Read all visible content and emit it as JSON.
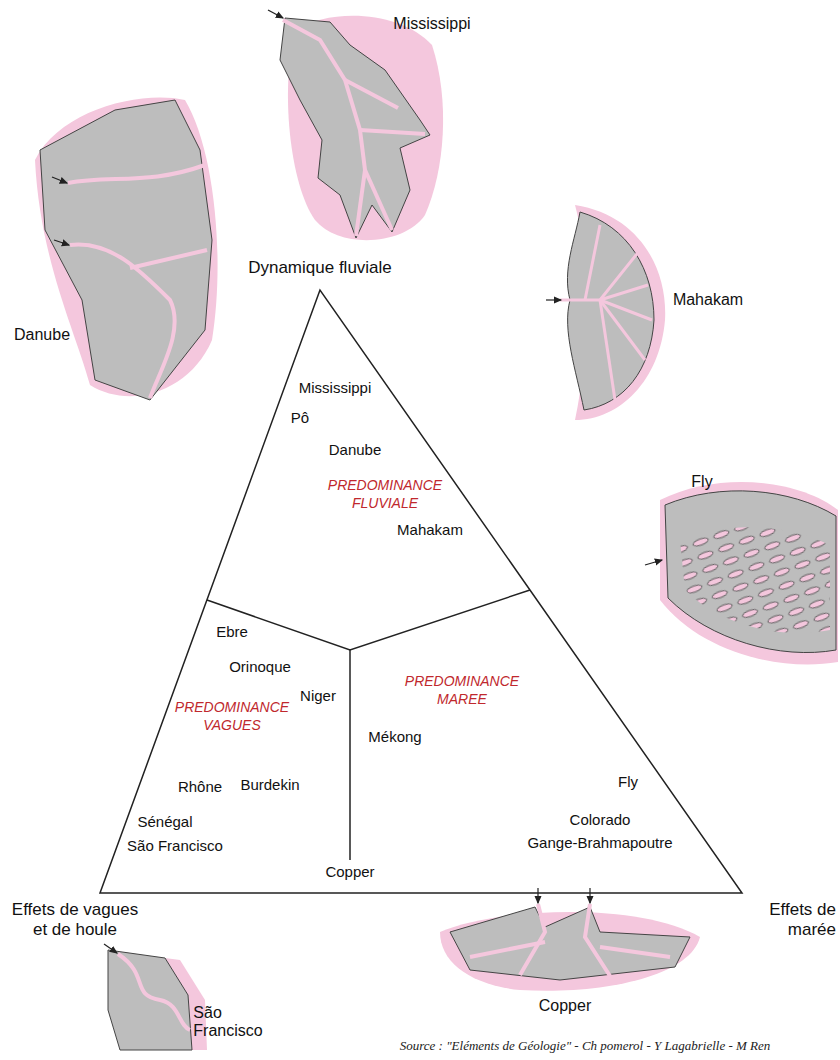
{
  "diagram": {
    "caption": "Source : \"Eléments de Géologie\" - Ch pomerol - Y Lagabrielle - M Ren",
    "nodes": [
      {
        "text": [
          "PREDOMINANCE FLUVIALE"
        ]
      },
      {
        "text": [
          "PREDOMINANCE VAGUES"
        ]
      },
      {
        "text": [
          "PREDOMINANCE MAREE"
        ]
      }
    ],
    "labels": [
      "Mississippi",
      "Dynamique fluviale",
      "Danube",
      "Mahakam",
      "Mississippi",
      "Pô",
      "Danube",
      "Mahakam",
      "Fly",
      "Ebre",
      "Orinoque",
      "Niger",
      "Mékong",
      "Rhône",
      "Burdekin",
      "Fly",
      "Colorado",
      "Sénégal",
      "São Francisco",
      "Gange-Brahmapoutre",
      "Copper",
      "Effets de vagues et de houle",
      "Effets de marée",
      "São Francisco",
      "Copper"
    ]
  }
}
